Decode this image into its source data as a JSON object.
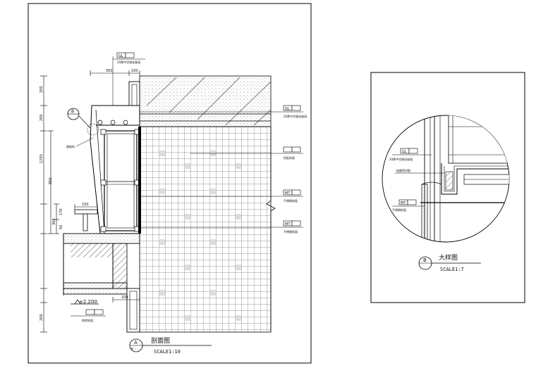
{
  "left_sheet": {
    "title": "剖面图",
    "scale": "SCALE1:10",
    "bubble_letter": "A",
    "bubble_sub": "E - -",
    "tags": {
      "gl_top": "GL",
      "gl_top_note": "20厚中空钢化玻璃",
      "gl_right": "GL",
      "gl_right_note": "20厚中空钢化玻璃",
      "cap_right_1": "",
      "cap_right_1_note": "铝板饰面",
      "mt_1": "MT",
      "mt_1_note": "不锈钢饰面",
      "mt_2": "MT",
      "mt_2_note": "不锈钢饰面",
      "bottom_tag": "",
      "bottom_tag_note": "地砖饰面",
      "left_note": "钢结构"
    },
    "detail_bubble": "B",
    "level": "±2.200",
    "dims_top": {
      "d300": "300",
      "d100": "100"
    },
    "dims_left": [
      "200",
      "200",
      "1250",
      "850",
      "300",
      "170",
      "50",
      "200"
    ],
    "dim_150": "150",
    "dim_100_bottom": "100"
  },
  "right_sheet": {
    "title": "大样图",
    "scale": "SCALE1:7",
    "bubble_letter": "B",
    "tags": {
      "gl": "GL",
      "gl_note": "20厚中空钢化玻璃",
      "sealant_note": "硅酮密封胶",
      "mt": "MT",
      "mt_note": "不锈钢饰面"
    }
  }
}
